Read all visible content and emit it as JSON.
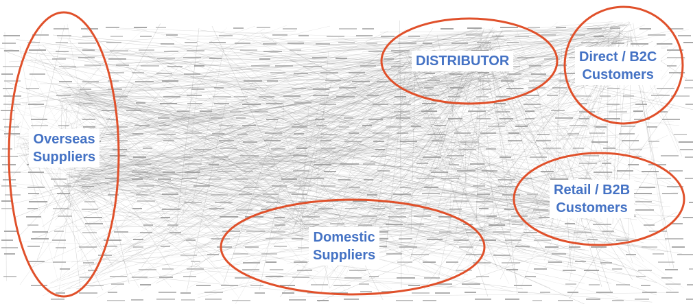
{
  "accent_color": "#e0502a",
  "label_color": "#4472c4",
  "edge_color": "#6e6e6e",
  "node_color": "#9a9a9a",
  "regions": {
    "overseas": {
      "line1": "Overseas",
      "line2": "Suppliers"
    },
    "distributor": {
      "line1": "DISTRIBUTOR"
    },
    "direct": {
      "line1": "Direct / B2C",
      "line2": "Customers"
    },
    "retail": {
      "line1": "Retail / B2B",
      "line2": "Customers"
    },
    "domestic": {
      "line1": "Domestic",
      "line2": "Suppliers"
    }
  }
}
